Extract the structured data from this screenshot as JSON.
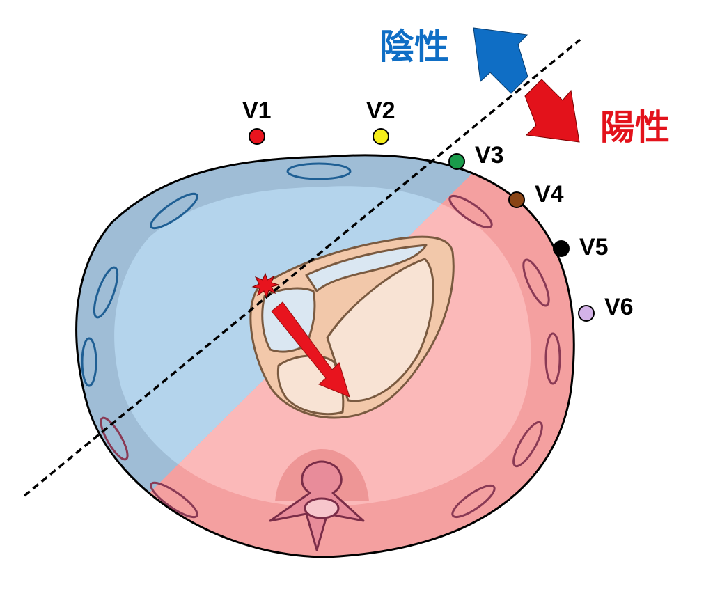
{
  "labels": {
    "negative": "陰性",
    "positive": "陽性"
  },
  "leads": [
    {
      "id": "v1",
      "label": "V1",
      "color": "#e8141e"
    },
    {
      "id": "v2",
      "label": "V2",
      "color": "#f6ee1a"
    },
    {
      "id": "v3",
      "label": "V3",
      "color": "#1a9b4b"
    },
    {
      "id": "v4",
      "label": "V4",
      "color": "#8a4516"
    },
    {
      "id": "v5",
      "label": "V5",
      "color": "#000000"
    },
    {
      "id": "v6",
      "label": "V6",
      "color": "#d4b3e8"
    }
  ],
  "colors": {
    "negative": "#0f6ec5",
    "positive": "#e3121b",
    "negative_region": "#a9c8df",
    "positive_region": "#f6a7a7",
    "heart_outline": "#7a5a40",
    "heart_fill": "#f2c6a8",
    "chamber_fill": "#dae7f2",
    "vector_arrow": "#e8141e"
  },
  "icons": {
    "origin": "starburst-icon",
    "vector": "arrow-icon"
  }
}
